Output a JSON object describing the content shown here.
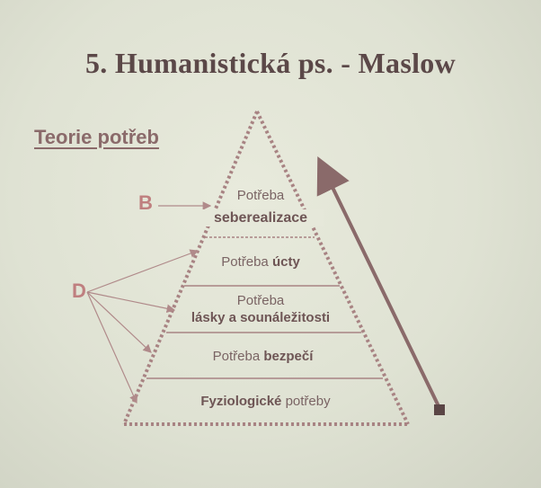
{
  "slide": {
    "title": "5. Humanistická ps. - Maslow",
    "subtitle": "Teorie potřeb",
    "label_b": "B",
    "label_d": "D"
  },
  "pyramid": {
    "levels": [
      {
        "line1": "Potřeba",
        "line2": "seberealizace"
      },
      {
        "prefix": "Potřeba",
        "bold": "úcty"
      },
      {
        "line1": "Potřeba",
        "line2": "lásky a sounáležitosti"
      },
      {
        "prefix": "Potřeba",
        "bold": "bezpečí"
      },
      {
        "bold": "Fyziologické",
        "suffix": "potřeby"
      }
    ]
  },
  "colors": {
    "pyramid": "#a88383",
    "text": "#7a6464",
    "accent_letters": "#bf7f7f",
    "arrow": "#8a6a6a"
  }
}
